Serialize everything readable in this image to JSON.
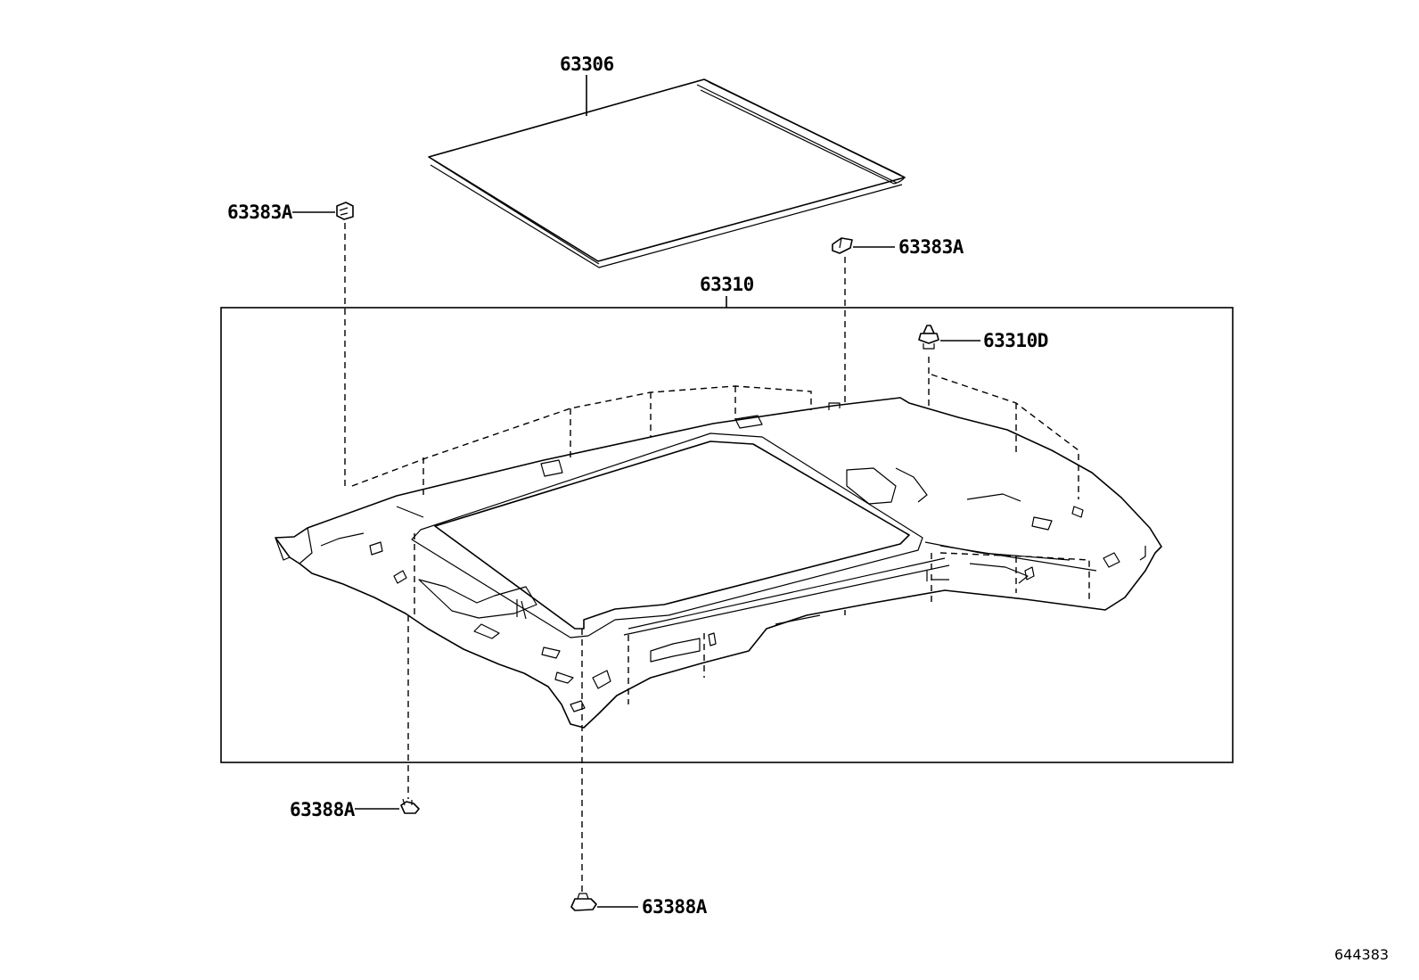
{
  "diagram": {
    "callouts": {
      "sunshade": "63306",
      "clip_top_left": "63383A",
      "clip_top_right": "63383A",
      "headliner_assembly": "63310",
      "push_clip": "63310D",
      "clip_bottom_left": "63388A",
      "clip_bottom_center": "63388A"
    },
    "reference_number": "644383"
  }
}
